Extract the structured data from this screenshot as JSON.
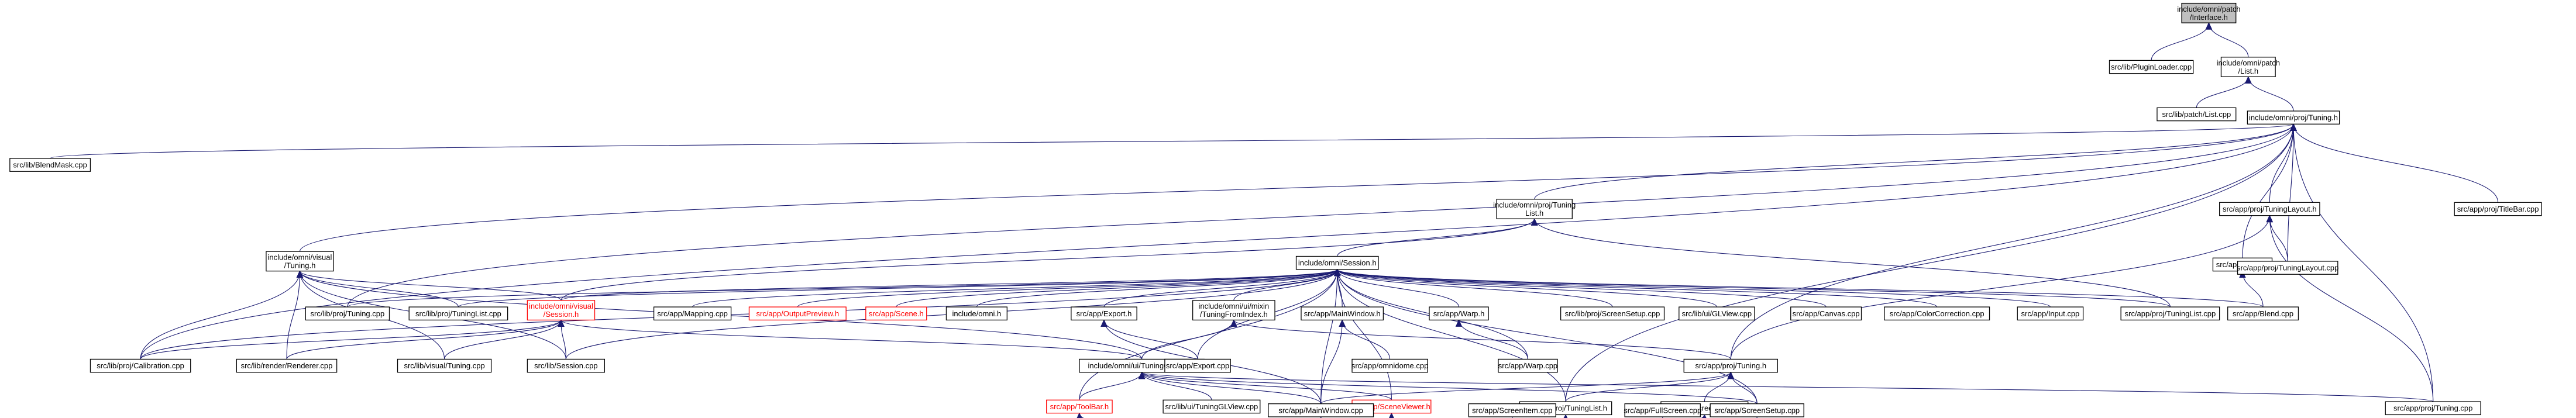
{
  "graph": {
    "nodes": [
      {
        "id": "interface_h",
        "lines": [
          "include/omni/patch",
          "/Interface.h"
        ],
        "root": true
      },
      {
        "id": "pluginloader_cpp",
        "lines": [
          "src/lib/PluginLoader.cpp"
        ]
      },
      {
        "id": "patch_list_h",
        "lines": [
          "include/omni/patch",
          "/List.h"
        ]
      },
      {
        "id": "patch_list_cpp",
        "lines": [
          "src/lib/patch/List.cpp"
        ]
      },
      {
        "id": "proj_tuning_h",
        "lines": [
          "include/omni/proj/Tuning.h"
        ]
      },
      {
        "id": "blendmask_cpp",
        "lines": [
          "src/lib/BlendMask.cpp"
        ]
      },
      {
        "id": "proj_tuninglist_h",
        "lines": [
          "include/omni/proj/Tuning",
          "List.h"
        ]
      },
      {
        "id": "visual_tuning_h",
        "lines": [
          "include/omni/visual",
          "/Tuning.h"
        ]
      },
      {
        "id": "tuninglayout_h",
        "lines": [
          "src/app/proj/TuningLayout.h"
        ]
      },
      {
        "id": "titlebar_cpp",
        "lines": [
          "src/app/proj/TitleBar.cpp"
        ]
      },
      {
        "id": "session_h",
        "lines": [
          "include/omni/Session.h"
        ]
      },
      {
        "id": "blend_h",
        "lines": [
          "src/app/Blend.h"
        ]
      },
      {
        "id": "tuninglayout_cpp",
        "lines": [
          "src/app/proj/TuningLayout.cpp"
        ]
      },
      {
        "id": "lib_proj_tuning_cpp",
        "lines": [
          "src/lib/proj/Tuning.cpp"
        ]
      },
      {
        "id": "lib_proj_tuninglist_cpp",
        "lines": [
          "src/lib/proj/TuningList.cpp"
        ]
      },
      {
        "id": "visual_session_h",
        "lines": [
          "include/omni/visual",
          "/Session.h"
        ],
        "red": true
      },
      {
        "id": "mapping_cpp",
        "lines": [
          "src/app/Mapping.cpp"
        ]
      },
      {
        "id": "outputpreview_h",
        "lines": [
          "src/app/OutputPreview.h"
        ],
        "red": true
      },
      {
        "id": "scene_h",
        "lines": [
          "src/app/Scene.h"
        ],
        "red": true
      },
      {
        "id": "omni_h",
        "lines": [
          "include/omni.h"
        ]
      },
      {
        "id": "export_h",
        "lines": [
          "src/app/Export.h"
        ]
      },
      {
        "id": "tuningfromindex_h",
        "lines": [
          "include/omni/ui/mixin",
          "/TuningFromIndex.h"
        ]
      },
      {
        "id": "mainwindow_h",
        "lines": [
          "src/app/MainWindow.h"
        ]
      },
      {
        "id": "warp_h",
        "lines": [
          "src/app/Warp.h"
        ]
      },
      {
        "id": "screensetup_lib_cpp",
        "lines": [
          "src/lib/proj/ScreenSetup.cpp"
        ]
      },
      {
        "id": "glview_cpp",
        "lines": [
          "src/lib/ui/GLView.cpp"
        ]
      },
      {
        "id": "canvas_cpp",
        "lines": [
          "src/app/Canvas.cpp"
        ]
      },
      {
        "id": "colorcorrection_cpp",
        "lines": [
          "src/app/ColorCorrection.cpp"
        ]
      },
      {
        "id": "input_cpp",
        "lines": [
          "src/app/Input.cpp"
        ]
      },
      {
        "id": "app_proj_tuninglist_cpp",
        "lines": [
          "src/app/proj/TuningList.cpp"
        ]
      },
      {
        "id": "blend_cpp",
        "lines": [
          "src/app/Blend.cpp"
        ]
      },
      {
        "id": "calibration_cpp",
        "lines": [
          "src/lib/proj/Calibration.cpp"
        ]
      },
      {
        "id": "renderer_cpp",
        "lines": [
          "src/lib/render/Renderer.cpp"
        ]
      },
      {
        "id": "visual_tuning_cpp",
        "lines": [
          "src/lib/visual/Tuning.cpp"
        ]
      },
      {
        "id": "lib_session_cpp",
        "lines": [
          "src/lib/Session.cpp"
        ]
      },
      {
        "id": "tuningglview_h",
        "lines": [
          "include/omni/ui/TuningGLView.h"
        ]
      },
      {
        "id": "export_cpp",
        "lines": [
          "src/app/Export.cpp"
        ]
      },
      {
        "id": "omnidome_cpp",
        "lines": [
          "src/app/omnidome.cpp"
        ]
      },
      {
        "id": "warp_cpp",
        "lines": [
          "src/app/Warp.cpp"
        ]
      },
      {
        "id": "app_tuning_h",
        "lines": [
          "src/app/proj/Tuning.h"
        ]
      },
      {
        "id": "toolbar_h",
        "lines": [
          "src/app/ToolBar.h"
        ],
        "red": true
      },
      {
        "id": "tuningglview_cpp",
        "lines": [
          "src/lib/ui/TuningGLView.cpp"
        ]
      },
      {
        "id": "sceneviewer_h",
        "lines": [
          "src/app/SceneViewer.h"
        ],
        "red": true
      },
      {
        "id": "app_proj_tuninglist_h",
        "lines": [
          "src/app/proj/TuningList.h"
        ]
      },
      {
        "id": "screensetup_h",
        "lines": [
          "src/app/ScreenSetup.h"
        ]
      },
      {
        "id": "app_tuning_cpp",
        "lines": [
          "src/app/proj/Tuning.cpp"
        ]
      },
      {
        "id": "mainwindow_cpp",
        "lines": [
          "src/app/MainWindow.cpp"
        ]
      },
      {
        "id": "screenitem_cpp",
        "lines": [
          "src/app/ScreenItem.cpp"
        ]
      },
      {
        "id": "fullscreen_cpp",
        "lines": [
          "src/app/FullScreen.cpp"
        ]
      },
      {
        "id": "screensetup_app_cpp",
        "lines": [
          "src/app/ScreenSetup.cpp"
        ]
      }
    ],
    "edges": [
      [
        "interface_h",
        "pluginloader_cpp"
      ],
      [
        "interface_h",
        "patch_list_h"
      ],
      [
        "patch_list_h",
        "patch_list_cpp"
      ],
      [
        "patch_list_h",
        "proj_tuning_h"
      ],
      [
        "proj_tuning_h",
        "blendmask_cpp"
      ],
      [
        "proj_tuning_h",
        "proj_tuninglist_h"
      ],
      [
        "proj_tuning_h",
        "visual_tuning_h"
      ],
      [
        "proj_tuning_h",
        "tuninglayout_h"
      ],
      [
        "proj_tuning_h",
        "titlebar_cpp"
      ],
      [
        "proj_tuning_h",
        "blend_h"
      ],
      [
        "proj_tuning_h",
        "tuninglayout_cpp"
      ],
      [
        "proj_tuning_h",
        "lib_proj_tuning_cpp"
      ],
      [
        "proj_tuning_h",
        "calibration_cpp"
      ],
      [
        "proj_tuning_h",
        "app_tuning_h"
      ],
      [
        "proj_tuning_h",
        "app_tuning_cpp"
      ],
      [
        "proj_tuning_h",
        "app_proj_tuninglist_h"
      ],
      [
        "proj_tuninglist_h",
        "session_h"
      ],
      [
        "proj_tuninglist_h",
        "visual_session_h"
      ],
      [
        "proj_tuninglist_h",
        "app_proj_tuninglist_cpp"
      ],
      [
        "visual_tuning_h",
        "visual_session_h"
      ],
      [
        "visual_tuning_h",
        "lib_proj_tuninglist_cpp"
      ],
      [
        "visual_tuning_h",
        "calibration_cpp"
      ],
      [
        "visual_tuning_h",
        "renderer_cpp"
      ],
      [
        "visual_tuning_h",
        "visual_tuning_cpp"
      ],
      [
        "visual_tuning_h",
        "lib_session_cpp"
      ],
      [
        "visual_tuning_h",
        "tuningglview_h"
      ],
      [
        "tuninglayout_h",
        "tuninglayout_cpp"
      ],
      [
        "tuninglayout_h",
        "app_tuning_cpp"
      ],
      [
        "tuninglayout_h",
        "app_tuning_h"
      ],
      [
        "session_h",
        "lib_proj_tuning_cpp"
      ],
      [
        "session_h",
        "lib_proj_tuninglist_cpp"
      ],
      [
        "session_h",
        "visual_session_h"
      ],
      [
        "session_h",
        "mapping_cpp"
      ],
      [
        "session_h",
        "outputpreview_h"
      ],
      [
        "session_h",
        "scene_h"
      ],
      [
        "session_h",
        "omni_h"
      ],
      [
        "session_h",
        "export_h"
      ],
      [
        "session_h",
        "tuningfromindex_h"
      ],
      [
        "session_h",
        "mainwindow_h"
      ],
      [
        "session_h",
        "warp_h"
      ],
      [
        "session_h",
        "screensetup_lib_cpp"
      ],
      [
        "session_h",
        "glview_cpp"
      ],
      [
        "session_h",
        "canvas_cpp"
      ],
      [
        "session_h",
        "colorcorrection_cpp"
      ],
      [
        "session_h",
        "input_cpp"
      ],
      [
        "session_h",
        "app_proj_tuninglist_cpp"
      ],
      [
        "session_h",
        "blend_cpp"
      ],
      [
        "session_h",
        "calibration_cpp"
      ],
      [
        "session_h",
        "lib_session_cpp"
      ],
      [
        "session_h",
        "export_cpp"
      ],
      [
        "session_h",
        "warp_cpp"
      ],
      [
        "session_h",
        "toolbar_h"
      ],
      [
        "session_h",
        "sceneviewer_h"
      ],
      [
        "session_h",
        "app_proj_tuninglist_h"
      ],
      [
        "session_h",
        "mainwindow_cpp"
      ],
      [
        "session_h",
        "screensetup_app_cpp"
      ],
      [
        "blend_h",
        "blend_cpp"
      ],
      [
        "visual_session_h",
        "calibration_cpp"
      ],
      [
        "visual_session_h",
        "renderer_cpp"
      ],
      [
        "visual_session_h",
        "visual_tuning_cpp"
      ],
      [
        "visual_session_h",
        "lib_session_cpp"
      ],
      [
        "visual_session_h",
        "tuningglview_h"
      ],
      [
        "export_h",
        "export_cpp"
      ],
      [
        "export_h",
        "mainwindow_cpp"
      ],
      [
        "tuningfromindex_h",
        "tuningglview_h"
      ],
      [
        "tuningfromindex_h",
        "app_tuning_h"
      ],
      [
        "mainwindow_h",
        "omnidome_cpp"
      ],
      [
        "mainwindow_h",
        "mainwindow_cpp"
      ],
      [
        "warp_h",
        "warp_cpp"
      ],
      [
        "tuningglview_h",
        "toolbar_h"
      ],
      [
        "tuningglview_h",
        "tuningglview_cpp"
      ],
      [
        "tuningglview_h",
        "sceneviewer_h"
      ],
      [
        "tuningglview_h",
        "mainwindow_cpp"
      ],
      [
        "tuningglview_h",
        "screensetup_app_cpp"
      ],
      [
        "tuningglview_h",
        "app_tuning_cpp"
      ],
      [
        "app_tuning_h",
        "app_proj_tuninglist_h"
      ],
      [
        "app_tuning_h",
        "screensetup_h"
      ],
      [
        "app_tuning_h",
        "mainwindow_cpp"
      ],
      [
        "app_tuning_h",
        "screensetup_app_cpp"
      ],
      [
        "toolbar_h",
        "mainwindow_cpp"
      ],
      [
        "sceneviewer_h",
        "mainwindow_cpp"
      ],
      [
        "app_proj_tuninglist_h",
        "mainwindow_cpp"
      ],
      [
        "app_proj_tuninglist_h",
        "screensetup_app_cpp"
      ],
      [
        "screensetup_h",
        "mainwindow_cpp"
      ],
      [
        "screensetup_h",
        "screenitem_cpp"
      ],
      [
        "screensetup_h",
        "fullscreen_cpp"
      ],
      [
        "screensetup_h",
        "screensetup_app_cpp"
      ]
    ]
  }
}
